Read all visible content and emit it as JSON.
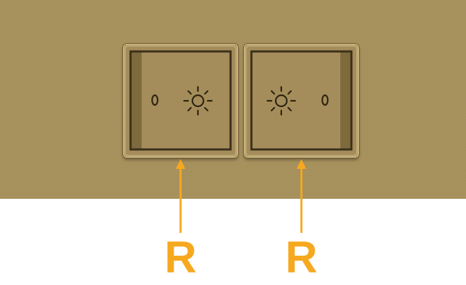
{
  "switches": [
    {
      "id": "left",
      "off_glyph": "0",
      "on_icon": "sun-icon",
      "raised_side": "left"
    },
    {
      "id": "right",
      "off_glyph": "0",
      "on_icon": "sun-icon",
      "raised_side": "right"
    }
  ],
  "annotations": {
    "left_label": "R",
    "right_label": "R"
  },
  "colors": {
    "panel": "#a6905c",
    "switch_face": "#a48d5b",
    "switch_outline": "#3a2f18",
    "accent": "#f6a81f",
    "label_background": "#ffffff"
  }
}
